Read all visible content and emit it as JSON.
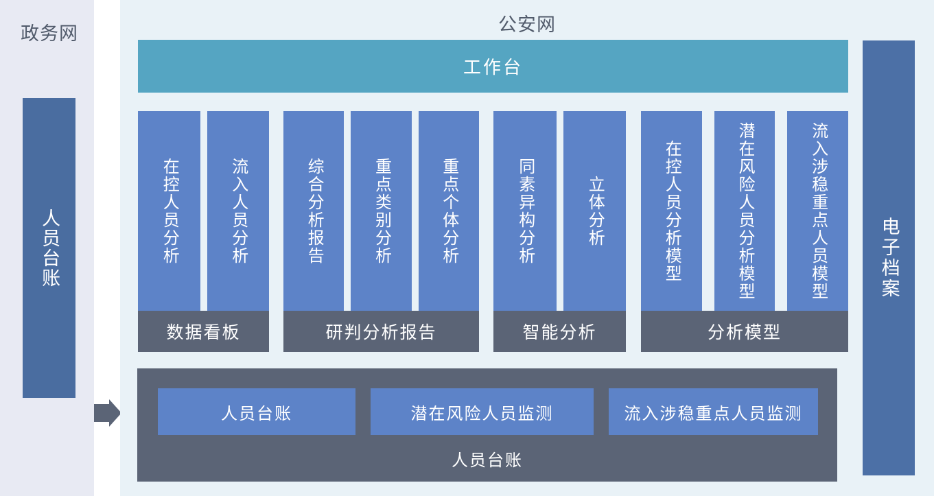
{
  "left_panel": {
    "title": "政务网",
    "ledger_bar_label": "人员台账"
  },
  "main_panel": {
    "title": "公安网",
    "workbench_label": "工作台",
    "groups": [
      {
        "footer": "数据看板",
        "columns": [
          "在控人员分析",
          "流入人员分析"
        ]
      },
      {
        "footer": "研判分析报告",
        "columns": [
          "综合分析报告",
          "重点类别分析",
          "重点个体分析"
        ]
      },
      {
        "footer": "智能分析",
        "columns": [
          "同素异构分析",
          "立体分析"
        ]
      },
      {
        "footer": "分析模型",
        "columns": [
          "在控人员分析模型",
          "潜在风险人员分析模型",
          "流入涉稳重点人员模型"
        ]
      }
    ],
    "bottom_panel": {
      "buttons": [
        "人员台账",
        "潜在风险人员监测",
        "流入涉稳重点人员监测"
      ],
      "label": "人员台账"
    },
    "archive_bar_label": "电子档案"
  },
  "icons": {
    "flow_arrow": "right-arrow"
  },
  "colors": {
    "left_panel_bg": "#e8eaf3",
    "main_panel_bg": "#e9f2f7",
    "workbench_teal": "#55a5c2",
    "module_blue": "#5d83c8",
    "section_gray": "#5b6476",
    "ledger_blue": "#4a6da0",
    "archive_blue": "#4c70a6",
    "title_text": "#515b6b",
    "white_text": "#ffffff"
  }
}
